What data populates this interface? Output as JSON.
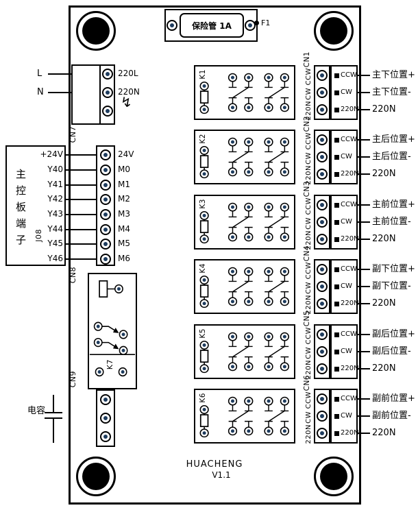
{
  "board": {
    "maker": "HUACHENG",
    "version": "V1.1"
  },
  "fuse": {
    "label": "保险管 1A",
    "ref": "F1"
  },
  "power_input": {
    "live": "L",
    "neutral": "N",
    "pin_top": "220L",
    "pin_bottom": "220N",
    "connector_ref": "CN7",
    "lightning_icon": "↯"
  },
  "controller": {
    "title": "主控板端子",
    "ref": "J08",
    "pins": [
      "+24V",
      "Y40",
      "Y41",
      "Y42",
      "Y43",
      "Y44",
      "Y45",
      "Y46"
    ]
  },
  "signal_connector": {
    "ref": "CN8",
    "pins": [
      "24V",
      "M0",
      "M1",
      "M2",
      "M3",
      "M4",
      "M5",
      "M6"
    ]
  },
  "aux_relay": {
    "ref": "K7"
  },
  "power_connector": {
    "ref": "CN9"
  },
  "capacitor": {
    "label": "电容"
  },
  "relay_rows": [
    {
      "relay": "K1",
      "cn": "CN1",
      "cn_pins": [
        "CCW",
        "CW",
        "220N"
      ],
      "terminals": [
        "CCW",
        "CW",
        "220N"
      ],
      "external": [
        "主下位置+",
        "主下位置-",
        "220N"
      ]
    },
    {
      "relay": "K2",
      "cn": "CN2",
      "cn_pins": [
        "CCW",
        "CW",
        "220N"
      ],
      "terminals": [
        "CCW",
        "CW",
        "220N"
      ],
      "external": [
        "主后位置+",
        "主后位置-",
        "220N"
      ]
    },
    {
      "relay": "K3",
      "cn": "CN3",
      "cn_pins": [
        "CCW",
        "CW",
        "220N"
      ],
      "terminals": [
        "CCW",
        "CW",
        "220N"
      ],
      "external": [
        "主前位置+",
        "主前位置-",
        "220N"
      ]
    },
    {
      "relay": "K4",
      "cn": "CN4",
      "cn_pins": [
        "CCW",
        "CW",
        "220N"
      ],
      "terminals": [
        "CCW",
        "CW",
        "220N"
      ],
      "external": [
        "副下位置+",
        "副下位置-",
        "220N"
      ]
    },
    {
      "relay": "K5",
      "cn": "CN5",
      "cn_pins": [
        "CCW",
        "CW",
        "220N"
      ],
      "terminals": [
        "CCW",
        "CW",
        "220N"
      ],
      "external": [
        "副后位置+",
        "副后位置-",
        "220N"
      ]
    },
    {
      "relay": "K6",
      "cn": "CN6",
      "cn_pins": [
        "CCW",
        "CW",
        "220N"
      ],
      "terminals": [
        "CCW",
        "CW",
        "220N"
      ],
      "external": [
        "副前位置+",
        "副前位置-",
        "220N"
      ]
    }
  ],
  "colors": {
    "line": "#000000",
    "pad_center": "#1e3c5e",
    "background": "#ffffff"
  }
}
